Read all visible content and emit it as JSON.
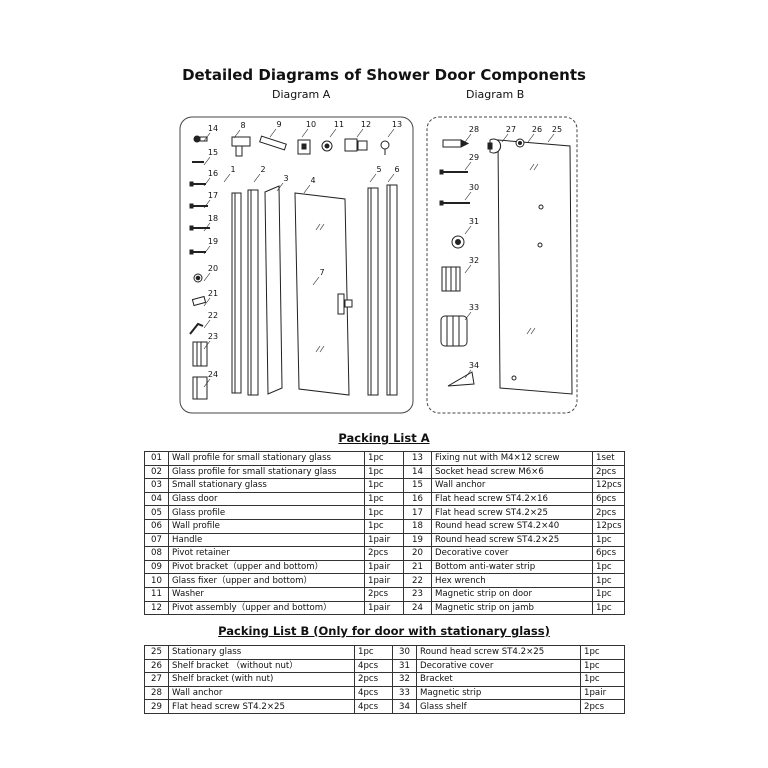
{
  "title": "Detailed Diagrams of Shower Door Components",
  "diagram_a_label": "Diagram A",
  "diagram_b_label": "Diagram B",
  "diagram_a_callouts": [
    "1",
    "2",
    "3",
    "4",
    "5",
    "6",
    "7",
    "8",
    "9",
    "10",
    "11",
    "12",
    "13",
    "14",
    "15",
    "16",
    "17",
    "18",
    "19",
    "20",
    "21",
    "22",
    "23",
    "24"
  ],
  "diagram_b_callouts": [
    "25",
    "26",
    "27",
    "28",
    "29",
    "30",
    "31",
    "32",
    "33",
    "34"
  ],
  "packing_list_a": {
    "title": "Packing List A",
    "rows": [
      {
        "n1": "01",
        "d1": "Wall profile for small stationary glass",
        "q1": "1pc",
        "n2": "13",
        "d2": "Fixing nut with M4×12 screw",
        "q2": "1set"
      },
      {
        "n1": "02",
        "d1": "Glass profile for small stationary glass",
        "q1": "1pc",
        "n2": "14",
        "d2": "Socket head screw M6×6",
        "q2": "2pcs"
      },
      {
        "n1": "03",
        "d1": "Small stationary glass",
        "q1": "1pc",
        "n2": "15",
        "d2": "Wall anchor",
        "q2": "12pcs"
      },
      {
        "n1": "04",
        "d1": "Glass door",
        "q1": "1pc",
        "n2": "16",
        "d2": "Flat head screw ST4.2×16",
        "q2": "6pcs"
      },
      {
        "n1": "05",
        "d1": "Glass profile",
        "q1": "1pc",
        "n2": "17",
        "d2": "Flat head screw ST4.2×25",
        "q2": "2pcs"
      },
      {
        "n1": "06",
        "d1": "Wall profile",
        "q1": "1pc",
        "n2": "18",
        "d2": "Round head screw ST4.2×40",
        "q2": "12pcs"
      },
      {
        "n1": "07",
        "d1": "Handle",
        "q1": "1pair",
        "n2": "19",
        "d2": "Round head screw ST4.2×25",
        "q2": "1pc"
      },
      {
        "n1": "08",
        "d1": "Pivot retainer",
        "q1": "2pcs",
        "n2": "20",
        "d2": "Decorative cover",
        "q2": "6pcs"
      },
      {
        "n1": "09",
        "d1": "Pivot bracket（upper and bottom）",
        "q1": "1pair",
        "n2": "21",
        "d2": "Bottom anti-water strip",
        "q2": "1pc"
      },
      {
        "n1": "10",
        "d1": "Glass fixer（upper and bottom）",
        "q1": "1pair",
        "n2": "22",
        "d2": "Hex wrench",
        "q2": "1pc"
      },
      {
        "n1": "11",
        "d1": "Washer",
        "q1": "2pcs",
        "n2": "23",
        "d2": "Magnetic strip on door",
        "q2": "1pc"
      },
      {
        "n1": "12",
        "d1": "Pivot assembly（upper and bottom）",
        "q1": "1pair",
        "n2": "24",
        "d2": "Magnetic strip on jamb",
        "q2": "1pc"
      }
    ]
  },
  "packing_list_b": {
    "title": "Packing List B (Only for door with stationary glass)",
    "rows": [
      {
        "n1": "25",
        "d1": "Stationary glass",
        "q1": "1pc",
        "n2": "30",
        "d2": "Round head screw ST4.2×25",
        "q2": "1pc"
      },
      {
        "n1": "26",
        "d1": "Shelf bracket （without nut）",
        "q1": "4pcs",
        "n2": "31",
        "d2": "Decorative cover",
        "q2": "1pc"
      },
      {
        "n1": "27",
        "d1": "Shelf bracket (with nut)",
        "q1": "2pcs",
        "n2": "32",
        "d2": "Bracket",
        "q2": "1pc"
      },
      {
        "n1": "28",
        "d1": "Wall anchor",
        "q1": "4pcs",
        "n2": "33",
        "d2": "Magnetic strip",
        "q2": "1pair"
      },
      {
        "n1": "29",
        "d1": "Flat head screw ST4.2×25",
        "q1": "4pcs",
        "n2": "34",
        "d2": "Glass shelf",
        "q2": "2pcs"
      }
    ]
  }
}
